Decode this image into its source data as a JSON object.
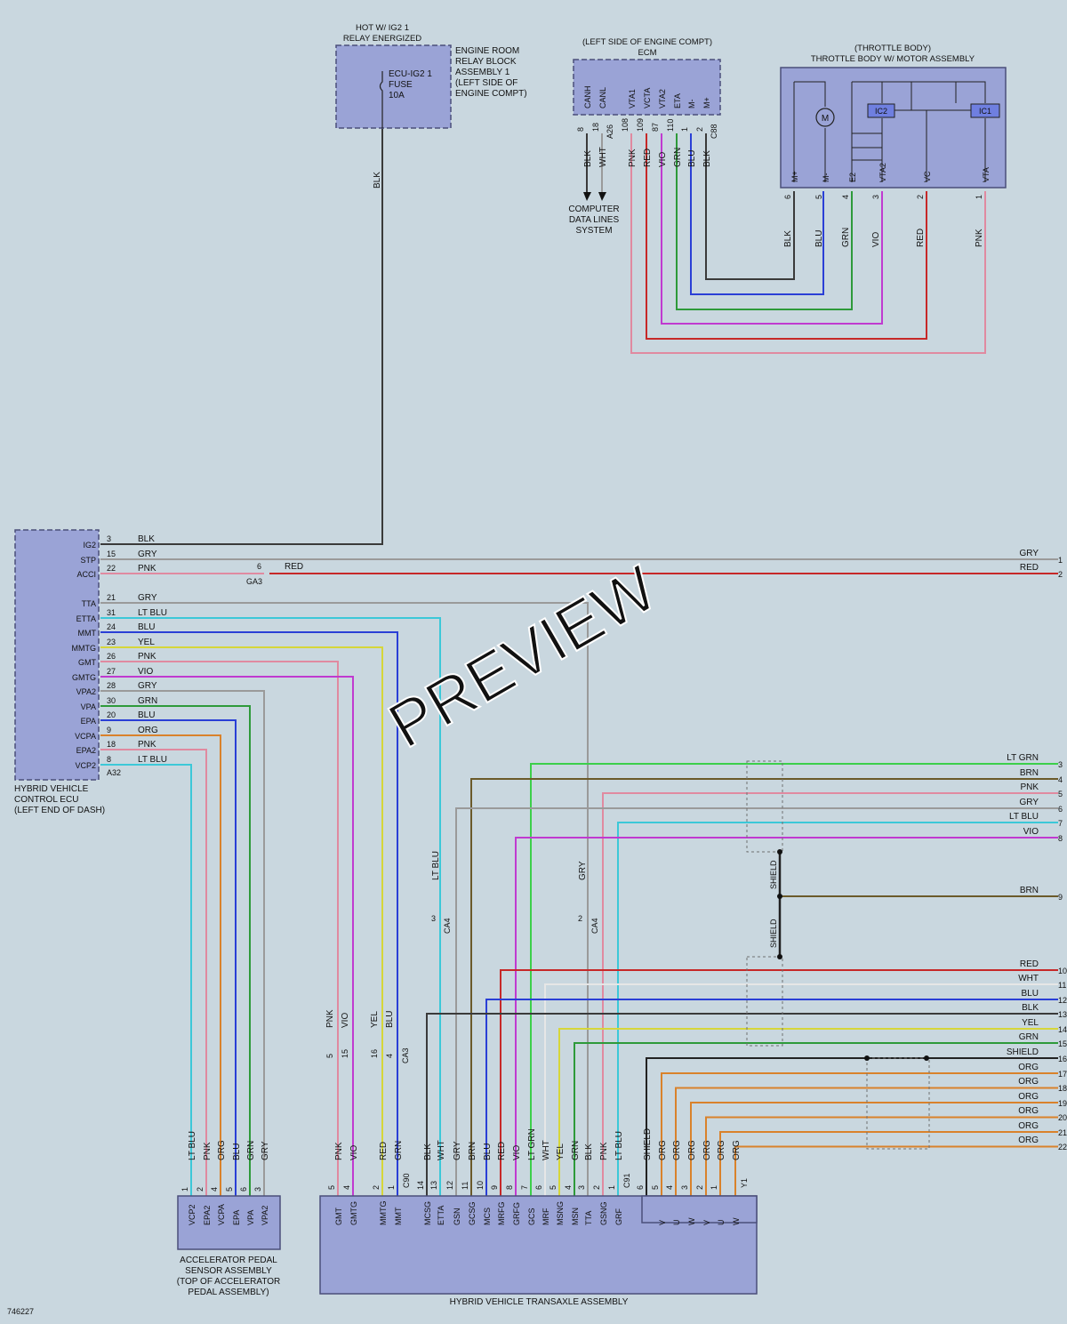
{
  "doc_id": "746227",
  "watermark": "PREVIEW",
  "relay_block": {
    "header": [
      "HOT W/ IG2 1",
      "RELAY ENERGIZED"
    ],
    "fuse": [
      "ECU-IG2 1",
      "FUSE",
      "10A"
    ],
    "label": [
      "ENGINE ROOM",
      "RELAY BLOCK",
      "ASSEMBLY 1",
      "(LEFT SIDE OF",
      "ENGINE COMPT)"
    ],
    "wire": "BLK"
  },
  "ecm": {
    "header": [
      "(LEFT SIDE OF ENGINE COMPT)",
      "ECM"
    ],
    "connector_a": "A26",
    "connector_c": "C88",
    "pins": [
      {
        "name": "CANH",
        "num": "8",
        "color": "BLK"
      },
      {
        "name": "CANL",
        "num": "18",
        "color": "WHT"
      },
      {
        "name": "VTA1",
        "num": "108",
        "color": "PNK"
      },
      {
        "name": "VCTA",
        "num": "109",
        "color": "RED"
      },
      {
        "name": "VTA2",
        "num": "87",
        "color": "VIO"
      },
      {
        "name": "ETA",
        "num": "110",
        "color": "GRN"
      },
      {
        "name": "M-",
        "num": "1",
        "color": "BLU"
      },
      {
        "name": "M+",
        "num": "2",
        "color": "BLK"
      }
    ],
    "data_lines": [
      "COMPUTER",
      "DATA LINES",
      "SYSTEM"
    ]
  },
  "throttle": {
    "header": [
      "(THROTTLE BODY)",
      "THROTTLE BODY W/ MOTOR ASSEMBLY"
    ],
    "motor": "M",
    "ic2": "IC2",
    "ic1": "IC1",
    "pins": [
      {
        "name": "M+",
        "num": "6",
        "color": "BLK"
      },
      {
        "name": "M-",
        "num": "5",
        "color": "BLU"
      },
      {
        "name": "E2",
        "num": "4",
        "color": "GRN"
      },
      {
        "name": "VTA2",
        "num": "3",
        "color": "VIO"
      },
      {
        "name": "VC",
        "num": "2",
        "color": "RED"
      },
      {
        "name": "VTA",
        "num": "1",
        "color": "PNK"
      }
    ]
  },
  "hv_ecu": {
    "label": [
      "HYBRID VEHICLE",
      "CONTROL ECU",
      "(LEFT END OF DASH)"
    ],
    "connector": "A32",
    "ga3": {
      "num": "6",
      "name": "GA3",
      "color": "RED"
    },
    "pins": [
      {
        "name": "IG2",
        "num": "3",
        "color": "BLK"
      },
      {
        "name": "STP",
        "num": "15",
        "color": "GRY"
      },
      {
        "name": "ACCI",
        "num": "22",
        "color": "PNK"
      },
      {
        "name": "TTA",
        "num": "21",
        "color": "GRY"
      },
      {
        "name": "ETTA",
        "num": "31",
        "color": "LT BLU"
      },
      {
        "name": "MMT",
        "num": "24",
        "color": "BLU"
      },
      {
        "name": "MMTG",
        "num": "23",
        "color": "YEL"
      },
      {
        "name": "GMT",
        "num": "26",
        "color": "PNK"
      },
      {
        "name": "GMTG",
        "num": "27",
        "color": "VIO"
      },
      {
        "name": "VPA2",
        "num": "28",
        "color": "GRY"
      },
      {
        "name": "VPA",
        "num": "30",
        "color": "GRN"
      },
      {
        "name": "EPA",
        "num": "20",
        "color": "BLU"
      },
      {
        "name": "VCPA",
        "num": "9",
        "color": "ORG"
      },
      {
        "name": "EPA2",
        "num": "18",
        "color": "PNK"
      },
      {
        "name": "VCP2",
        "num": "8",
        "color": "LT BLU"
      }
    ]
  },
  "right_terms": [
    {
      "num": "1",
      "color": "GRY"
    },
    {
      "num": "2",
      "color": "RED"
    },
    {
      "num": "3",
      "color": "LT GRN"
    },
    {
      "num": "4",
      "color": "BRN"
    },
    {
      "num": "5",
      "color": "PNK"
    },
    {
      "num": "6",
      "color": "GRY"
    },
    {
      "num": "7",
      "color": "LT BLU"
    },
    {
      "num": "8",
      "color": "VIO"
    },
    {
      "num": "9",
      "color": "BRN"
    },
    {
      "num": "10",
      "color": "RED"
    },
    {
      "num": "11",
      "color": "WHT"
    },
    {
      "num": "12",
      "color": "BLU"
    },
    {
      "num": "13",
      "color": "BLK"
    },
    {
      "num": "14",
      "color": "YEL"
    },
    {
      "num": "15",
      "color": "GRN"
    },
    {
      "num": "16",
      "color": "SHIELD"
    },
    {
      "num": "17",
      "color": "ORG"
    },
    {
      "num": "18",
      "color": "ORG"
    },
    {
      "num": "19",
      "color": "ORG"
    },
    {
      "num": "20",
      "color": "ORG"
    },
    {
      "num": "21",
      "color": "ORG"
    },
    {
      "num": "22",
      "color": "ORG"
    }
  ],
  "shield_label": "SHIELD",
  "ca4": {
    "name": "CA4",
    "p3": "3",
    "p2": "2",
    "c1": "LT BLU",
    "c2": "GRY"
  },
  "ca3": {
    "name": "CA3",
    "pins": [
      {
        "num": "5",
        "color": "PNK"
      },
      {
        "num": "15",
        "color": "VIO"
      },
      {
        "num": "16",
        "color": "YEL"
      },
      {
        "num": "4",
        "color": "BLU"
      }
    ]
  },
  "pedal": {
    "label": [
      "ACCELERATOR PEDAL",
      "SENSOR ASSEMBLY",
      "(TOP OF ACCELERATOR",
      "PEDAL ASSEMBLY)"
    ],
    "pins": [
      {
        "name": "VCP2",
        "num": "1",
        "color": "LT BLU"
      },
      {
        "name": "EPA2",
        "num": "2",
        "color": "PNK"
      },
      {
        "name": "VCPA",
        "num": "4",
        "color": "ORG"
      },
      {
        "name": "EPA",
        "num": "5",
        "color": "BLU"
      },
      {
        "name": "VPA",
        "num": "6",
        "color": "GRN"
      },
      {
        "name": "VPA2",
        "num": "3",
        "color": "GRY"
      }
    ]
  },
  "transaxle": {
    "label": "HYBRID VEHICLE TRANSAXLE ASSEMBLY",
    "c90": "C90",
    "c91": "C91",
    "y1": "Y1",
    "pins": [
      {
        "name": "GMT",
        "num": "5",
        "color": "PNK"
      },
      {
        "name": "GMTG",
        "num": "4",
        "color": "VIO"
      },
      {
        "name": "MMTG",
        "num": "2",
        "color": "RED"
      },
      {
        "name": "MMT",
        "num": "1",
        "color": "GRN"
      },
      {
        "name": "MCSG",
        "num": "14",
        "color": "BLK"
      },
      {
        "name": "ETTA",
        "num": "13",
        "color": "WHT"
      },
      {
        "name": "GSN",
        "num": "12",
        "color": "GRY"
      },
      {
        "name": "GCSG",
        "num": "11",
        "color": "BRN"
      },
      {
        "name": "MCS",
        "num": "10",
        "color": "BLU"
      },
      {
        "name": "MRFG",
        "num": "9",
        "color": "RED"
      },
      {
        "name": "GRFG",
        "num": "8",
        "color": "VIO"
      },
      {
        "name": "GCS",
        "num": "7",
        "color": "LT GRN"
      },
      {
        "name": "MRF",
        "num": "6",
        "color": "WHT"
      },
      {
        "name": "MSNG",
        "num": "5",
        "color": "YEL"
      },
      {
        "name": "MSN",
        "num": "4",
        "color": "GRN"
      },
      {
        "name": "TTA",
        "num": "3",
        "color": "BLK"
      },
      {
        "name": "GSNG",
        "num": "2",
        "color": "PNK"
      },
      {
        "name": "GRF",
        "num": "1",
        "color": "LT BLU"
      },
      {
        "name": "",
        "num": "6",
        "color": "SHIELD"
      },
      {
        "name": "V",
        "num": "5",
        "color": "ORG"
      },
      {
        "name": "U",
        "num": "4",
        "color": "ORG"
      },
      {
        "name": "W",
        "num": "3",
        "color": "ORG"
      },
      {
        "name": "V",
        "num": "2",
        "color": "ORG"
      },
      {
        "name": "U",
        "num": "1",
        "color": "ORG"
      },
      {
        "name": "W",
        "num": "",
        "color": "ORG"
      }
    ]
  },
  "wire_colors": {
    "BLK": "#3a3a3a",
    "GRY": "#9a9a9a",
    "PNK": "#e08aa0",
    "RED": "#c62828",
    "LT BLU": "#3cc8d8",
    "BLU": "#2a3fd6",
    "YEL": "#d6d63a",
    "VIO": "#c03ad0",
    "GRN": "#2e9a3a",
    "ORG": "#d9822b",
    "LT GRN": "#3ccf4a",
    "BRN": "#6b5a2a",
    "WHT": "#e6e6e6",
    "SHIELD": "#222222"
  }
}
